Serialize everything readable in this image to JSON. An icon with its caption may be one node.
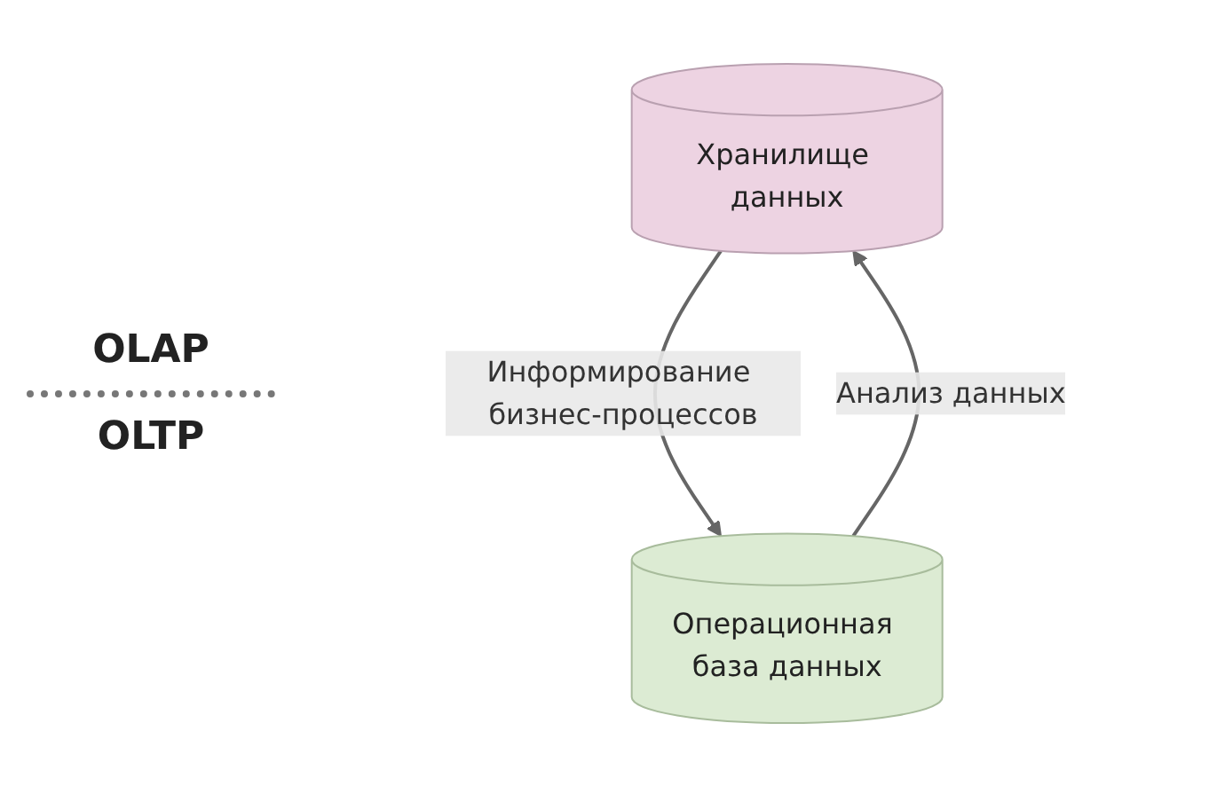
{
  "diagram": {
    "nodes": [
      {
        "text": [
          "Хранилище данных"
        ]
      },
      {
        "text": [
          "Операционная база данных"
        ]
      }
    ],
    "edges": [
      {
        "from": 1,
        "to": 0,
        "arrow": "to",
        "label": "Анализ данных"
      },
      {
        "from": 0,
        "to": 1,
        "arrow": "to",
        "label": "Информирование бизнес-процессов"
      }
    ],
    "labels": [
      "OLAP",
      "OLTP"
    ]
  }
}
